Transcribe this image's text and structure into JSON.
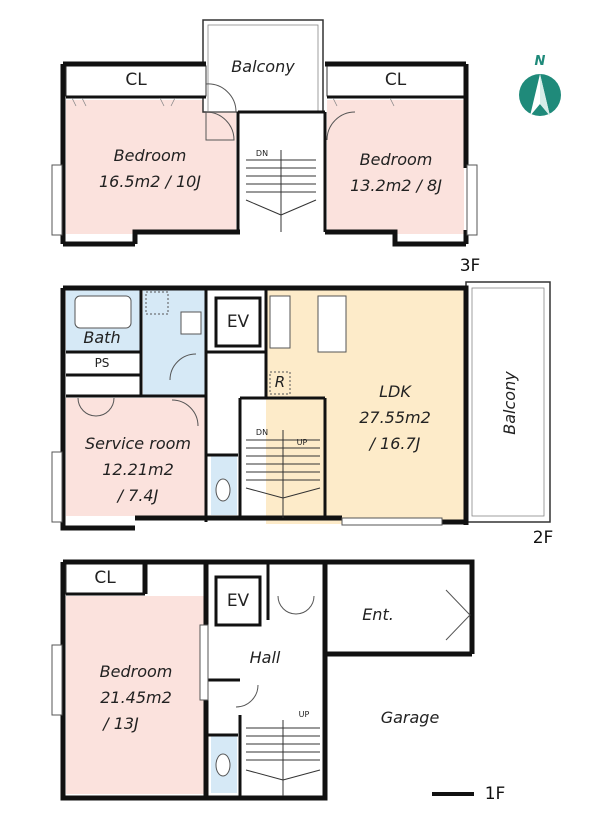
{
  "compass": {
    "label": "N",
    "color": "#1f8a7a"
  },
  "colors": {
    "bedroom": "#fbe2dd",
    "ldk": "#fdebc9",
    "bath": "#d6e9f6",
    "wall": "#111111"
  },
  "floor3": {
    "label": "3F",
    "balcony": "Balcony",
    "cl_left": "CL",
    "cl_right": "CL",
    "bedroom_left": {
      "name": "Bedroom",
      "size": "16.5m2 / 10J"
    },
    "bedroom_right": {
      "name": "Bedroom",
      "size": "13.2m2 / 8J"
    },
    "stair_dn": "DN"
  },
  "floor2": {
    "label": "2F",
    "bath": "Bath",
    "ps": "PS",
    "ev": "EV",
    "r": "R",
    "service": {
      "name": "Service room",
      "size1": "12.21m2",
      "size2": "/ 7.4J"
    },
    "ldk": {
      "name": "LDK",
      "size1": "27.55m2",
      "size2": "/ 16.7J"
    },
    "balcony": "Balcony",
    "stair_dn": "DN",
    "stair_up": "UP"
  },
  "floor1": {
    "label": "1F",
    "cl": "CL",
    "ev": "EV",
    "hall": "Hall",
    "ent": "Ent.",
    "garage": "Garage",
    "bedroom": {
      "name": "Bedroom",
      "size1": "21.45m2",
      "size2": "/ 13J"
    },
    "stair_up": "UP"
  }
}
